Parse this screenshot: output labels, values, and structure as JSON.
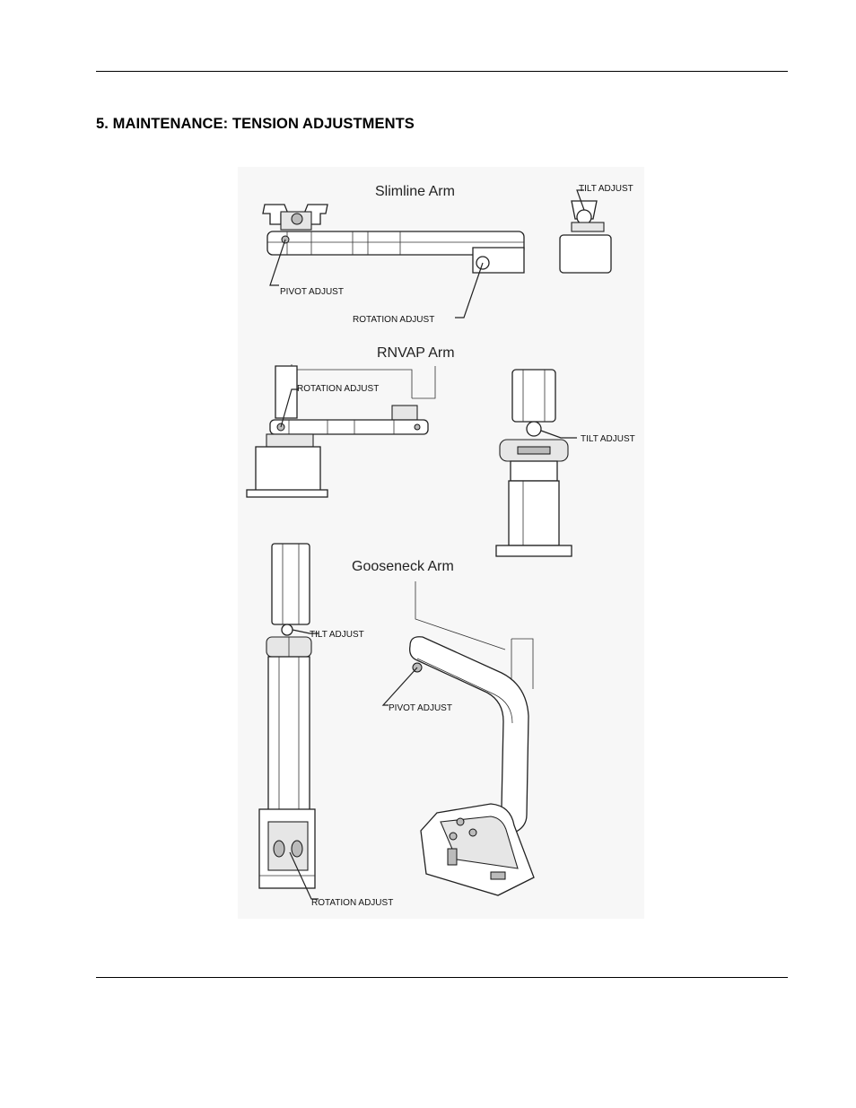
{
  "page": {
    "section_title": "5. MAINTENANCE: TENSION ADJUSTMENTS"
  },
  "figure": {
    "slimline": {
      "title": "Slimline Arm",
      "tilt_label": "TILT ADJUST",
      "pivot_label": "PIVOT ADJUST",
      "rotation_label": "ROTATION ADJUST"
    },
    "rnvap": {
      "title": "RNVAP Arm",
      "rotation_label": "ROTATION ADJUST",
      "tilt_label": "TILT ADJUST"
    },
    "gooseneck": {
      "title": "Gooseneck Arm",
      "tilt_label": "TILT ADJUST",
      "pivot_label": "PIVOT ADJUST",
      "rotation_label": "ROTATION ADJUST"
    }
  }
}
